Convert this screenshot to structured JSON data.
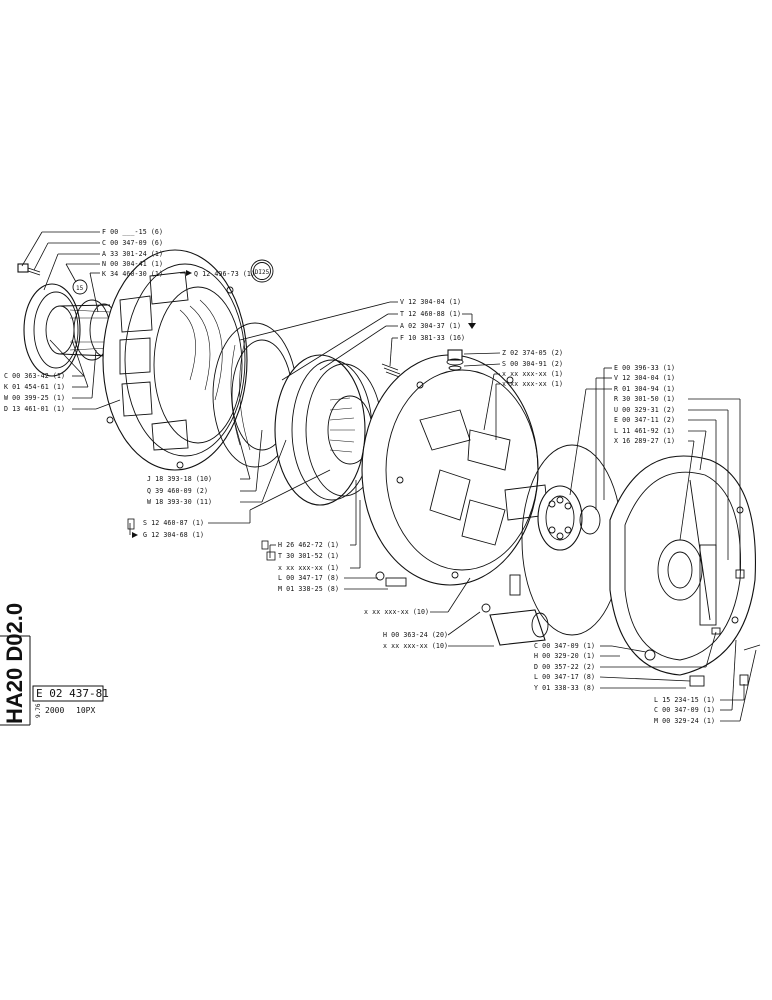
{
  "sheet": {
    "code": "HA20 D02.0",
    "doc_number": "E 02 437-81",
    "date_code": "9.76",
    "model_left": "2000",
    "model_right": "10PX"
  },
  "callouts_top_left": [
    {
      "id": "f",
      "text": "F 00 ___-15 (6)"
    },
    {
      "id": "c",
      "text": "C 00 347-09 (6)"
    },
    {
      "id": "a",
      "text": "A 33 301-24 (1)"
    },
    {
      "id": "n",
      "text": "N 00 304-41 (1)"
    },
    {
      "id": "k",
      "text": "K 34 460-30 (1)"
    },
    {
      "id": "q",
      "text": "Q 12 496-73 (1)"
    }
  ],
  "stamp": {
    "text": "DI25"
  },
  "callouts_left": [
    {
      "id": "c2",
      "text": "C 00 363-42 (1)"
    },
    {
      "id": "k2",
      "text": "K 01 454-61 (1)"
    },
    {
      "id": "w",
      "text": "W 00 399-25 (1)"
    },
    {
      "id": "d",
      "text": "D 13 461-01 (1)"
    }
  ],
  "callouts_mid": [
    {
      "id": "j",
      "text": "J 18 393-18 (10)"
    },
    {
      "id": "q2",
      "text": "Q 39 460-09 (2)"
    },
    {
      "id": "w2",
      "text": "W 18 393-30 (11)"
    }
  ],
  "callouts_s": [
    {
      "id": "s",
      "text": "S 12 460-87 (1)"
    },
    {
      "id": "g",
      "text": "G 12 304-68 (1)"
    }
  ],
  "callouts_top_center": [
    {
      "id": "v",
      "text": "V 12 304-04 (1)"
    },
    {
      "id": "t",
      "text": "T 12 460-88 (1)"
    },
    {
      "id": "a2",
      "text": "A 02 304-37 (1)"
    },
    {
      "id": "f2",
      "text": "F 10 381-33 (16)"
    }
  ],
  "callouts_zs": [
    {
      "id": "z",
      "text": "Z 02 374-05 (2)"
    },
    {
      "id": "s2",
      "text": "S 00 304-91 (2)"
    },
    {
      "id": "x1",
      "text": "x xx xxx-xx (1)"
    },
    {
      "id": "x2",
      "text": "x xx xxx-xx (1)"
    }
  ],
  "callouts_right": [
    {
      "id": "e",
      "text": "E 00 396-33 (1)"
    },
    {
      "id": "v2",
      "text": "V 12 304-04 (1)"
    },
    {
      "id": "r",
      "text": "R 01 304-94 (1)"
    },
    {
      "id": "r2",
      "text": "R 30 301-50 (1)"
    },
    {
      "id": "u",
      "text": "U 00 329-31 (2)"
    },
    {
      "id": "e2",
      "text": "E 00 347-11 (2)"
    },
    {
      "id": "l",
      "text": "L 11 461-92 (1)"
    },
    {
      "id": "x3",
      "text": "X 16 289-27 (1)"
    }
  ],
  "callouts_h": [
    {
      "id": "h",
      "text": "H 26 462-72 (1)"
    },
    {
      "id": "t2",
      "text": "T 30 301-52 (1)"
    },
    {
      "id": "x4",
      "text": "x xx xxx-xx (1)"
    },
    {
      "id": "l2",
      "text": "L 00 347-17 (8)"
    },
    {
      "id": "m",
      "text": "M 01 338-25 (8)"
    }
  ],
  "callouts_lower": [
    {
      "id": "x5",
      "text": "x xx xxx-xx (10)"
    },
    {
      "id": "h2",
      "text": "H 00 363-24 (20)"
    },
    {
      "id": "x6",
      "text": "x xx xxx-xx (10)"
    }
  ],
  "callouts_bottom_right": [
    {
      "id": "c3",
      "text": "C 00 347-09 (1)"
    },
    {
      "id": "h3",
      "text": "H 00 329-20 (1)"
    },
    {
      "id": "d2",
      "text": "D 00 357-22 (2)"
    },
    {
      "id": "l3",
      "text": "L 00 347-17 (8)"
    },
    {
      "id": "y",
      "text": "Y 01 338-33 (8)"
    }
  ],
  "callouts_far_bottom": [
    {
      "id": "l4",
      "text": "L 15 234-15 (1)"
    },
    {
      "id": "c4",
      "text": "C 00 347-09 (1)"
    },
    {
      "id": "m2",
      "text": "M 00 329-24 (1)"
    }
  ]
}
